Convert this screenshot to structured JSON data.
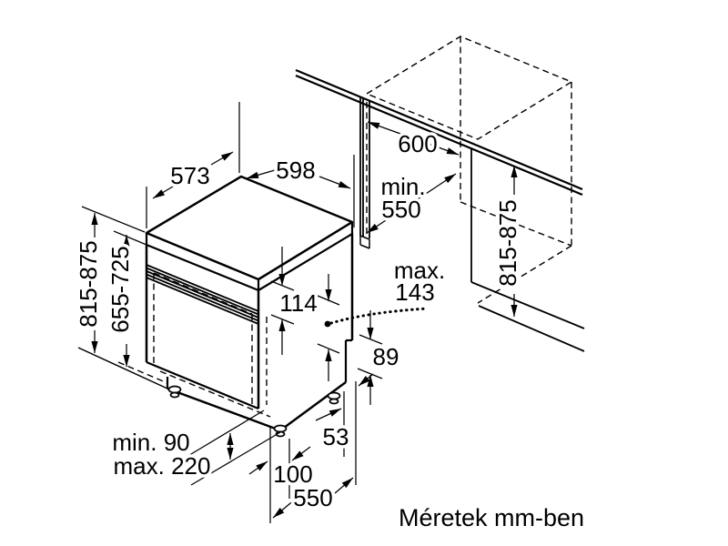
{
  "diagram": {
    "caption": "Méretek mm-ben",
    "colors": {
      "line": "#000000",
      "background": "#ffffff"
    },
    "dimensions": {
      "top_depth": "573",
      "top_width": "598",
      "niche_width": "600",
      "niche_depth_line1": "min.",
      "niche_depth_line2": "550",
      "niche_height": "815-875",
      "appliance_height": "815-875",
      "front_panel_height": "655-725",
      "control_panel_height": "114",
      "door_protrusion_line1": "max.",
      "door_protrusion_line2": "143",
      "rear_base_height": "89",
      "plinth_min": "min. 90",
      "plinth_max": "max. 220",
      "rear_foot_offset": "53",
      "front_foot_inset": "100",
      "base_depth": "550"
    }
  }
}
